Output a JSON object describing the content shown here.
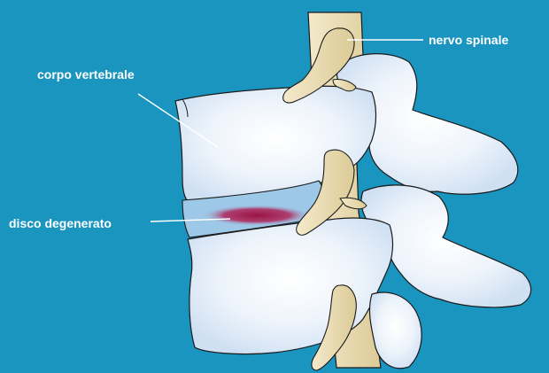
{
  "labels": {
    "spinal_nerve": "nervo spinale",
    "vertebral_body": "corpo vertebrale",
    "degenerated_disc": "disco degenerato"
  },
  "colors": {
    "background": "#1a95c0",
    "bone": "#dce9f8",
    "bone_highlight": "#ffffff",
    "nerve": "#eadbb2",
    "disc": "#9ec8e8",
    "degeneration": "#9a1245",
    "outline": "#1a1a1a",
    "label": "#ffffff"
  }
}
